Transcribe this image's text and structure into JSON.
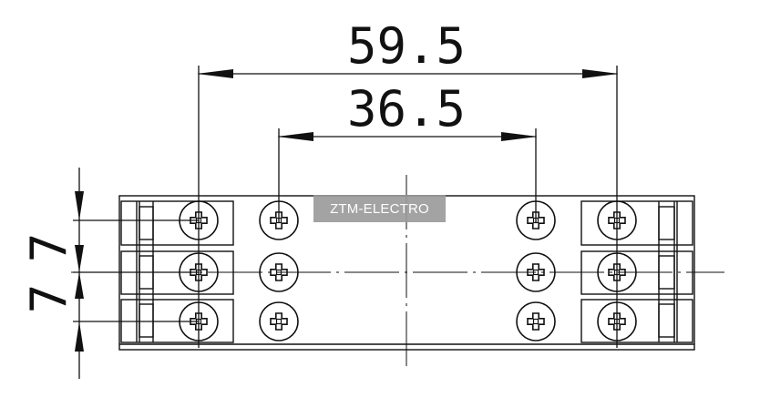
{
  "dimensions": {
    "outer_spacing": "59.5",
    "inner_spacing": "36.5",
    "row_pitch_upper": "7",
    "row_pitch_lower": "7"
  },
  "watermark": {
    "text": "ZTM-ELECTRO"
  },
  "colors": {
    "line": "#111111",
    "background": "#ffffff",
    "watermark_bg": "#9a9a9a",
    "watermark_text": "#ffffff"
  }
}
